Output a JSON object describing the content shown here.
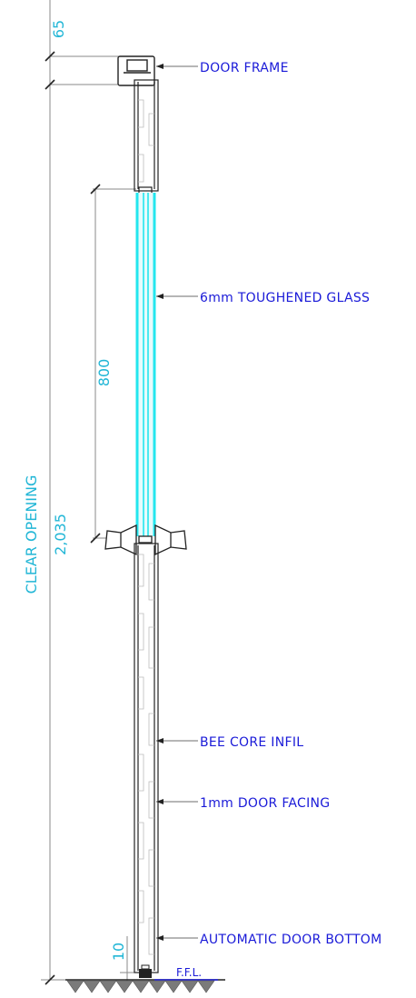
{
  "labels": {
    "door_frame": "DOOR FRAME",
    "glass": "6mm TOUGHENED GLASS",
    "bee_core": "BEE CORE INFIL",
    "door_facing": "1mm DOOR FACING",
    "door_bottom": "AUTOMATIC DOOR BOTTOM",
    "ffl": "F.F.L."
  },
  "dimensions": {
    "frame_height": "65",
    "glass_height": "800",
    "clear_opening_label": "CLEAR OPENING",
    "clear_opening_value": "2,035",
    "bottom_gap": "10"
  },
  "colors": {
    "label_text": "#1a1ad8",
    "dimension_text": "#21b6d6",
    "glass": "#22e6ee",
    "outline": "#222222",
    "leader": "#8a8a8a"
  }
}
